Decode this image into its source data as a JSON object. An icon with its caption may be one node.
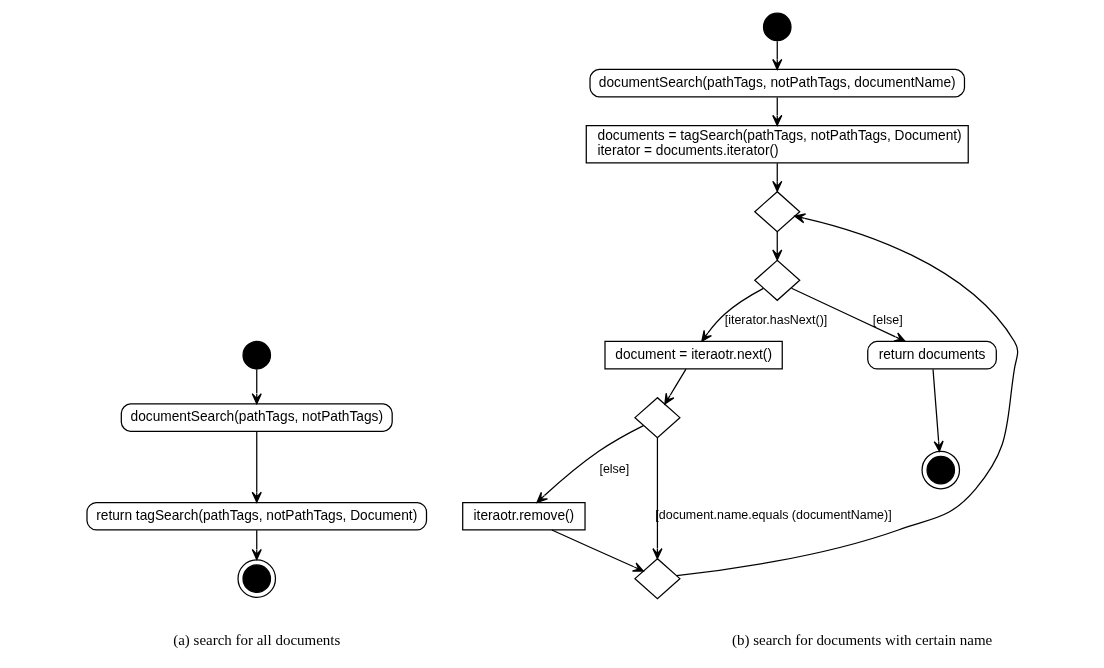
{
  "diagram": {
    "nodes": [
      {
        "text": [],
        "shape": "circle"
      },
      {
        "text": [
          "documentSearch(pathTags, notPathTags)"
        ]
      },
      {
        "text": [
          "return tagSearch(pathTags, notPathTags, Document)"
        ]
      },
      {
        "text": [],
        "shape": "circle"
      },
      {
        "text": [],
        "shape": "circle"
      },
      {
        "text": [
          "documentSearch(pathTags, notPathTags, documentName)"
        ]
      },
      {
        "text": [
          "documents = tagSearch(pathTags, notPathTags, Document)",
          "iterator = documents.iterator()"
        ]
      },
      {
        "text": [],
        "shape": "diamond"
      },
      {
        "text": [],
        "shape": "diamond"
      },
      {
        "text": [
          "document = iteraotr.next()"
        ]
      },
      {
        "text": [],
        "shape": "diamond"
      },
      {
        "text": [
          "iteraotr.remove()"
        ]
      },
      {
        "text": [],
        "shape": "diamond"
      },
      {
        "text": [
          "return documents"
        ]
      },
      {
        "text": [],
        "shape": "circle"
      }
    ],
    "edges": [
      {
        "from": 0,
        "to": 1,
        "arrow": "to"
      },
      {
        "from": 1,
        "to": 2,
        "arrow": "to"
      },
      {
        "from": 2,
        "to": 3,
        "arrow": "to"
      },
      {
        "from": 4,
        "to": 5,
        "arrow": "to"
      },
      {
        "from": 5,
        "to": 6,
        "arrow": "to"
      },
      {
        "from": 6,
        "to": 7,
        "arrow": "to"
      },
      {
        "from": 7,
        "to": 8,
        "arrow": "to"
      },
      {
        "from": 8,
        "to": 9,
        "arrow": "to",
        "label": "[iterator.hasNext()]"
      },
      {
        "from": 8,
        "to": 13,
        "arrow": "to",
        "label": "[else]"
      },
      {
        "from": 9,
        "to": 10,
        "arrow": "to"
      },
      {
        "from": 10,
        "to": 11,
        "arrow": "to",
        "label": "[else]"
      },
      {
        "from": 10,
        "to": 12,
        "arrow": "to",
        "label": "[document.name.equals (documentName)]"
      },
      {
        "from": 11,
        "to": 12,
        "arrow": "to"
      },
      {
        "from": 12,
        "to": 7,
        "arrow": "to"
      },
      {
        "from": 13,
        "to": 14,
        "arrow": "to"
      }
    ],
    "labels": [
      "(a) search for all documents",
      "(b) search for documents with certain name"
    ]
  }
}
